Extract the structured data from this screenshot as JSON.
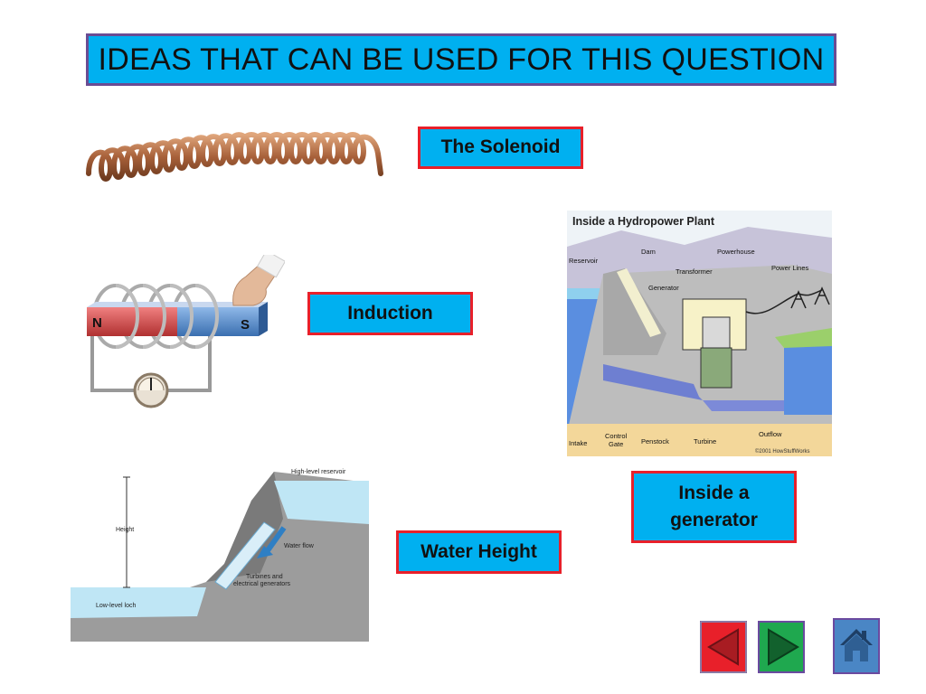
{
  "slide": {
    "title": "IDEAS THAT CAN BE USED FOR THIS QUESTION",
    "labels": {
      "solenoid": "The Solenoid",
      "induction": "Induction",
      "generator_line1": "Inside a",
      "generator_line2": "generator",
      "water_height": "Water Height"
    }
  },
  "induction_diagram": {
    "magnet_north": "N",
    "magnet_south": "S"
  },
  "hydropower_diagram": {
    "title": "Inside a Hydropower Plant",
    "labels": {
      "reservoir": "Reservoir",
      "dam": "Dam",
      "powerhouse": "Powerhouse",
      "transformer": "Transformer",
      "power_lines": "Power Lines",
      "generator": "Generator",
      "intake": "Intake",
      "control_gate_1": "Control",
      "control_gate_2": "Gate",
      "penstock": "Penstock",
      "turbine": "Turbine",
      "outflow": "Outflow",
      "copyright": "©2001 HowStuffWorks"
    }
  },
  "water_height_diagram": {
    "labels": {
      "high_reservoir": "High-level reservoir",
      "height": "Height",
      "water_flow": "Water flow",
      "turbines_1": "Turbines and",
      "turbines_2": "electrical generators",
      "low_loch": "Low-level loch"
    }
  },
  "navigation": {
    "colors": {
      "back": "#e8202a",
      "forward": "#1fa84f",
      "home": "#4a86c5"
    },
    "icons": [
      "back-arrow-icon",
      "forward-arrow-icon",
      "home-icon"
    ]
  }
}
